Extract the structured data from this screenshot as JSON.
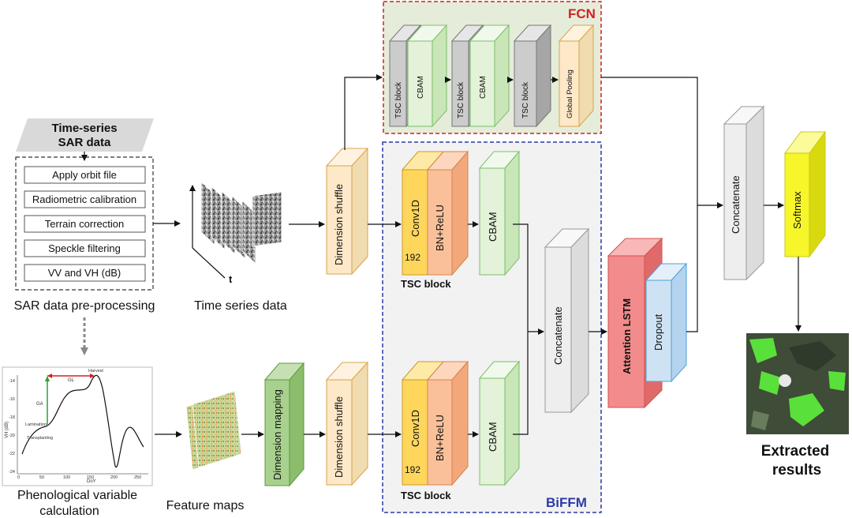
{
  "colors": {
    "fcn_border": "#d62020",
    "fcn_fill": "#e5edda",
    "biffm_border": "#2b3aa8",
    "biffm_fill": "#f2f2f2",
    "block_gray": "#cccccc",
    "cbam_green": "#e3f2d8",
    "conv_yellow": "#ffd65c",
    "bn_orange": "#f9c09a",
    "shuffle_cream": "#fde8c8",
    "dimmap_green": "#a9d18e",
    "concat_white": "#eeeeee",
    "attention_red": "#f28b8b",
    "dropout_blue": "#cfe2f3",
    "softmax_yellow": "#f6f62a"
  },
  "fcn": {
    "title": "FCN",
    "blocks": [
      "TSC block",
      "CBAM",
      "TSC block",
      "CBAM",
      "TSC block",
      "Global Pooling"
    ]
  },
  "biffm": {
    "title": "BiFFM",
    "tsc_top": {
      "conv": "Conv1D",
      "bn": "BN+ReLU",
      "filters": "192",
      "cbam": "CBAM",
      "caption": "TSC block"
    },
    "tsc_bottom": {
      "conv": "Conv1D",
      "bn": "BN+ReLU",
      "filters": "192",
      "cbam": "CBAM",
      "caption": "TSC block"
    }
  },
  "preprocessing": {
    "header_line1": "Time-series",
    "header_line2": "SAR data",
    "steps": [
      "Apply orbit file",
      "Radiometric calibration",
      "Terrain correction",
      "Speckle filtering",
      "VV and VH (dB)"
    ],
    "caption": "SAR data pre-processing"
  },
  "time_series": {
    "caption": "Time series data",
    "axis_t": "t"
  },
  "phenology": {
    "caption_line1": "Phenological variable",
    "caption_line2": "calculation",
    "labels": {
      "harvest": "Harvest",
      "gl": "GL",
      "ga": "GA",
      "lamination": "Lamination",
      "transplanting": "Transplanting",
      "ylabel": "VH (dB)",
      "xlabel": "DoY"
    },
    "yticks": [
      "-14",
      "-16",
      "-18",
      "-20",
      "-22",
      "-24"
    ],
    "xticks": [
      "0",
      "50",
      "100",
      "150",
      "200",
      "250"
    ]
  },
  "feature_maps": {
    "caption": "Feature maps"
  },
  "shuffle_top": "Dimension shuffle",
  "shuffle_bottom": "Dimension shuffle",
  "dim_mapping": "Dimension mapping",
  "concat_mid": "Concatenate",
  "attention": "Attention LSTM",
  "dropout": "Dropout",
  "concat_right": "Concatenate",
  "softmax": "Softmax",
  "results": {
    "line1": "Extracted",
    "line2": "results"
  }
}
